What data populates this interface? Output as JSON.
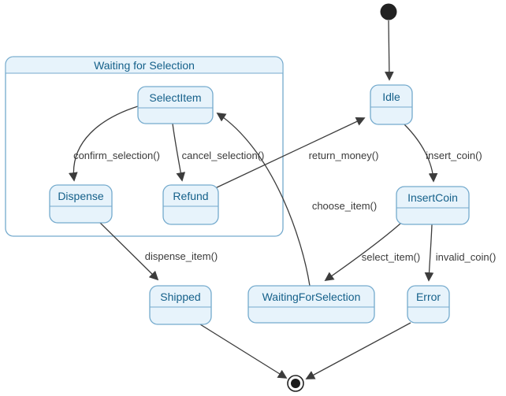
{
  "diagram": {
    "kind": "uml-state-diagram",
    "composite": {
      "title": "Waiting for Selection"
    },
    "states": {
      "select_item": "SelectItem",
      "dispense": "Dispense",
      "refund": "Refund",
      "idle": "Idle",
      "insert_coin": "InsertCoin",
      "waiting_for_selection": "WaitingForSelection",
      "error": "Error",
      "shipped": "Shipped"
    },
    "transitions": {
      "confirm_selection": "confirm_selection()",
      "cancel_selection": "cancel_selection()",
      "return_money": "return_money()",
      "insert_coin": "insert_coin()",
      "choose_item": "choose_item()",
      "select_item": "select_item()",
      "invalid_coin": "invalid_coin()",
      "dispense_item": "dispense_item()"
    },
    "colors": {
      "state_fill": "#e7f3fb",
      "state_border": "#74aacd",
      "state_text": "#15608a",
      "edge": "#3c3c3c",
      "edge_label_text": "#3a3a3a",
      "background": "#ffffff"
    }
  }
}
